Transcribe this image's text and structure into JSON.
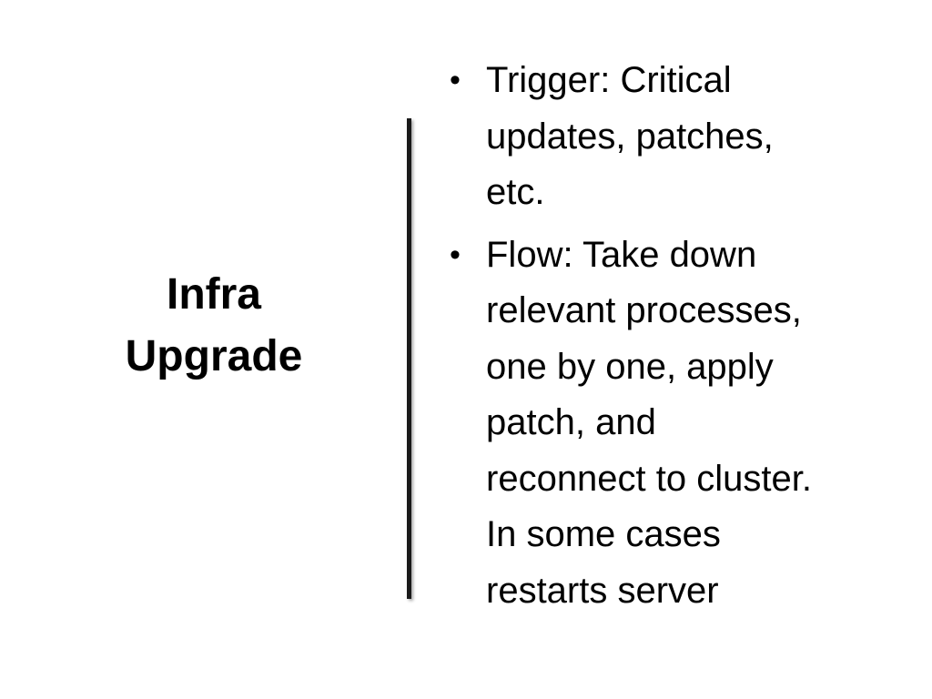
{
  "slide": {
    "title_lines": [
      "Infra",
      "Upgrade"
    ],
    "bullets": [
      {
        "marker": "•",
        "lines": [
          "Trigger: Critical",
          "updates, patches,",
          "etc."
        ]
      },
      {
        "marker": "•",
        "lines": [
          "Flow: Take down",
          "relevant processes,",
          "one by one, apply",
          "patch, and",
          "reconnect to cluster.",
          "In some cases",
          "restarts server"
        ]
      }
    ],
    "colors": {
      "background": "#ffffff",
      "text": "#000000",
      "divider": "#1a1a1a"
    }
  }
}
